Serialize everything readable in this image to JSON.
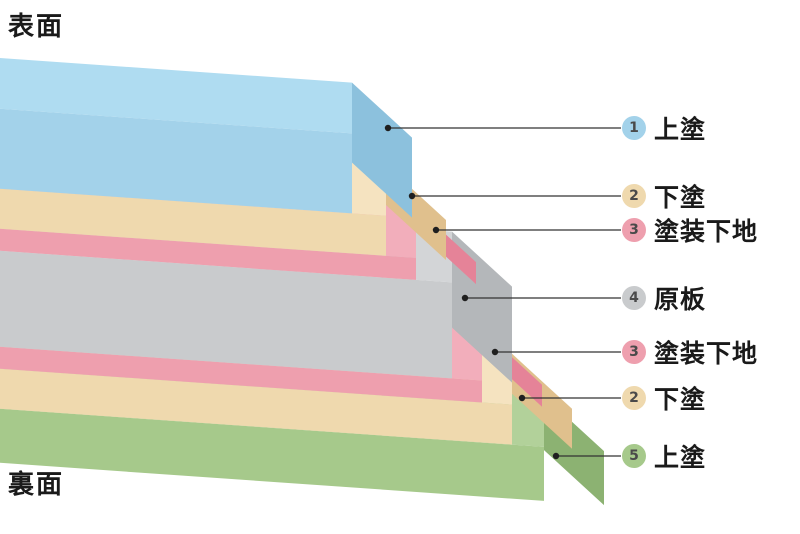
{
  "titles": {
    "front_side": "表面",
    "back_side": "裏面"
  },
  "layers": [
    {
      "num": "1",
      "name": "上塗",
      "color_top": "#AFDCF1",
      "color_front": "#A3D2EA",
      "color_side": "#8CC1DD"
    },
    {
      "num": "2",
      "name": "下塗",
      "color_top": "#F5E3C0",
      "color_front": "#EFD9AE",
      "color_side": "#E0C08D"
    },
    {
      "num": "3",
      "name": "塗装下地",
      "color_top": "#F2AEBB",
      "color_front": "#EE9FAE",
      "color_side": "#E58398"
    },
    {
      "num": "4",
      "name": "原板",
      "color_top": "#D3D5D7",
      "color_front": "#C9CBCD",
      "color_side": "#B4B7BA"
    },
    {
      "num": "3",
      "name": "塗装下地",
      "color_top": "#F2AEBB",
      "color_front": "#EE9FAE",
      "color_side": "#E58398"
    },
    {
      "num": "2",
      "name": "下塗",
      "color_top": "#F5E3C0",
      "color_front": "#EFD9AE",
      "color_side": "#E0C08D"
    },
    {
      "num": "5",
      "name": "上塗",
      "color_top": "#B2D19A",
      "color_front": "#A6C98B",
      "color_side": "#8CB272"
    }
  ],
  "leader": {
    "line_color": "#333333",
    "dot_color": "#1f1f1f"
  }
}
